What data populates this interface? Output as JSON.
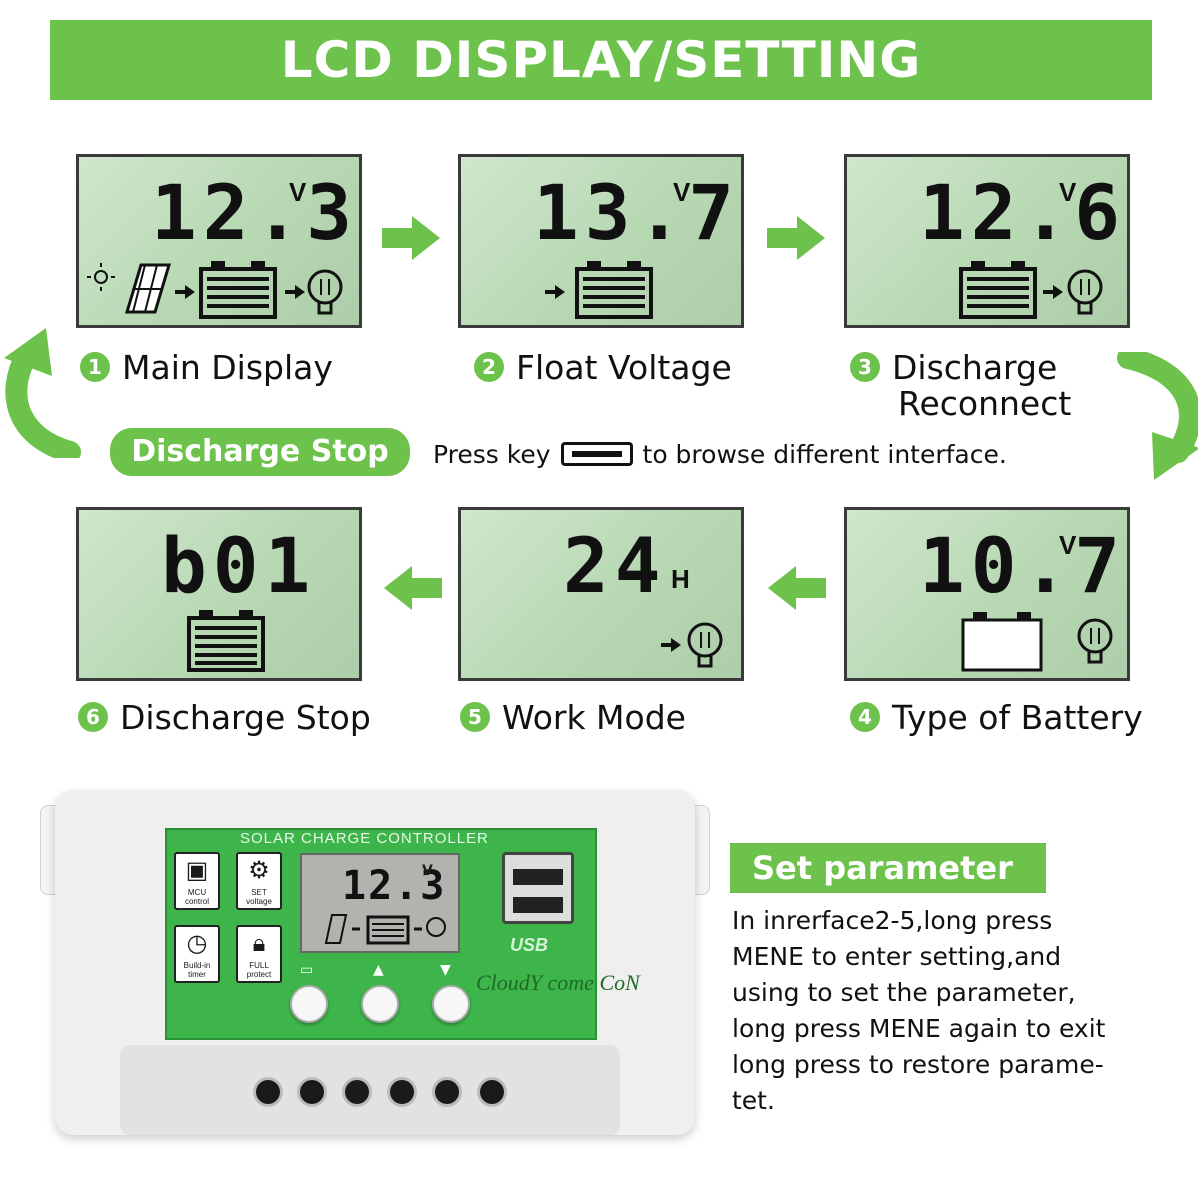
{
  "banner": {
    "title": "LCD DISPLAY/SETTING"
  },
  "panels": [
    {
      "num": "1",
      "reading": "12.3",
      "unit": "V",
      "label": "Main Display"
    },
    {
      "num": "2",
      "reading": "13.7",
      "unit": "V",
      "label": "Float Voltage"
    },
    {
      "num": "3",
      "reading": "12.6",
      "unit": "V",
      "label_line1": "Discharge",
      "label_line2": "Reconnect"
    },
    {
      "num": "4",
      "reading": "10.7",
      "unit": "V",
      "label": "Type of Battery"
    },
    {
      "num": "5",
      "reading": "24",
      "unit": "H",
      "label": "Work Mode"
    },
    {
      "num": "6",
      "reading": "b01",
      "label": "Discharge Stop"
    }
  ],
  "middle": {
    "pill": "Discharge Stop",
    "press_before": "Press key",
    "press_after": "to browse different interface."
  },
  "controller": {
    "title": "SOLAR CHARGE CONTROLLER",
    "lcd_reading": "12.3",
    "lcd_unit": "V",
    "icon1_label": "MCU control",
    "icon2_label": "SET voltage",
    "icon3_label": "Build-in timer",
    "icon4_label": "FULL protect",
    "usb_label": "USB",
    "brand": "CloudY come CoN"
  },
  "set_parameter": {
    "heading": "Set parameter",
    "lines": [
      "In inrerface2-5,long press",
      "MENE to enter setting,and",
      "using to set the parameter,",
      "long press MENE again to exit",
      "long press to restore parame-",
      "tet."
    ]
  },
  "colors": {
    "accent": "#6cc24a",
    "lcd": "#b7d8b3"
  }
}
